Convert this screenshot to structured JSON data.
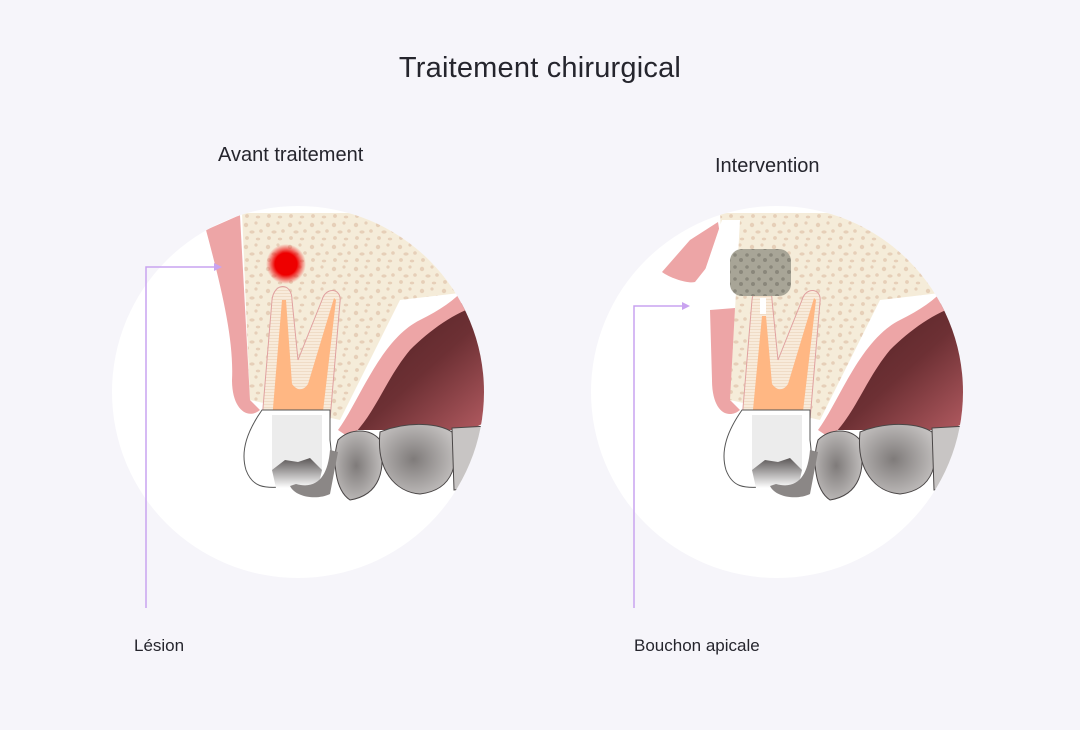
{
  "title": "Traitement chirurgical",
  "panels": [
    {
      "heading": "Avant traitement",
      "callout_label": "Lésion",
      "callout_color": "#c9a3f0",
      "highlight": "lesion-red-spot",
      "highlight_color": "#ee0000"
    },
    {
      "heading": "Intervention",
      "callout_label": "Bouchon apicale",
      "callout_color": "#c9a3f0",
      "highlight": "apical-plug",
      "highlight_color": "#8a877c"
    }
  ],
  "colors": {
    "background": "#f6f5fa",
    "circle": "#ffffff",
    "gum": "#eda5a6",
    "bone": "#f5ecd9",
    "bone_spots": "#e8d2bc",
    "dentin": "#f7e6d3",
    "pulp": "#ffb783",
    "crown": "#ececec",
    "cavity_dark": "#5a2628",
    "cavity_light": "#b0585e",
    "neighbor_tooth": "#9a9695"
  }
}
